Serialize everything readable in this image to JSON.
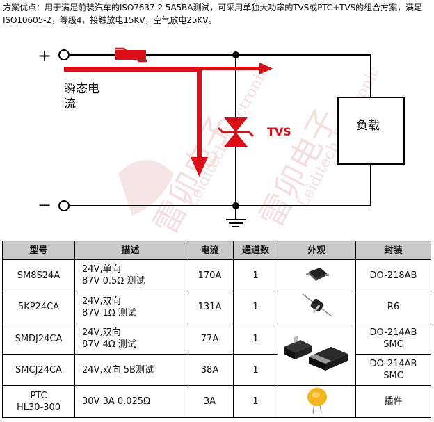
{
  "description": "方案优点：用于满足前装汽车的ISO7637-2 5A5BA测试，可采用单独大功率的TVS或PTC+TVS的组合方案，满足ISO10605-2，等级4，接触放电15KV，空气放电25KV。",
  "circuit": {
    "plus_label": "+",
    "minus_label": "−",
    "surge_label_line1": "瞬态电",
    "surge_label_line2": "流",
    "tvs_label": "TVS",
    "load_label": "负载",
    "watermark_cn": "雷卯电子",
    "watermark_en": "Leiditech Electronic",
    "colors": {
      "surge": "#d80f16",
      "wire": "#000000",
      "watermark": "#f2dada"
    }
  },
  "table": {
    "headers": [
      "型号",
      "描述",
      "电流",
      "通道数",
      "外观",
      "封装"
    ],
    "rows": [
      {
        "model": "SM8S24A",
        "desc": "24V,单向\n87V 0.5Ω 测试",
        "current": "170A",
        "channels": "1",
        "appearance": "smd-chip-icon",
        "package": "DO-218AB"
      },
      {
        "model": "5KP24CA",
        "desc": "24V,双向\n87V 1Ω 测试",
        "current": "131A",
        "channels": "1",
        "appearance": "axial-diode-icon",
        "package": "R6"
      },
      {
        "model": "SMDJ24CA",
        "desc": "24V,双向\n87V 4Ω 测试",
        "current": "77A",
        "channels": "1",
        "appearance": "smd-pair-icon",
        "package": "DO-214AB\nSMC"
      },
      {
        "model": "SMCJ24CA",
        "desc": "24V,双向 5B测试",
        "current": "38A",
        "channels": "1",
        "appearance": "smd-pair-icon",
        "package": "DO-214AB\nSMC"
      },
      {
        "model": "PTC\nHL30-300",
        "desc": "30V 3A 0.025Ω",
        "current": "3A",
        "channels": "1",
        "appearance": "ptc-disc-icon",
        "package": "插件"
      }
    ]
  }
}
